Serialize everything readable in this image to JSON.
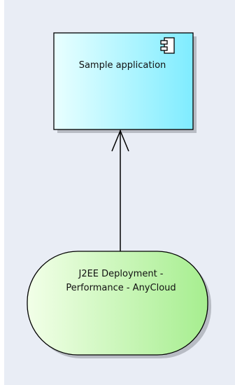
{
  "diagram": {
    "component": {
      "label": "Sample application",
      "icon": "uml-component-icon",
      "fill_start": "#e9ffff",
      "fill_end": "#7fecff"
    },
    "artifact": {
      "line1": "J2EE Deployment -",
      "line2": "Performance - AnyCloud",
      "fill_start": "#f2ffe8",
      "fill_end": "#a6ee8f"
    },
    "connector": {
      "type": "dependency",
      "from": "J2EE Deployment - Performance - AnyCloud",
      "to": "Sample application"
    },
    "colors": {
      "background": "#e9edf5",
      "stroke": "#000000",
      "shadow": "#b8bcc4"
    }
  }
}
